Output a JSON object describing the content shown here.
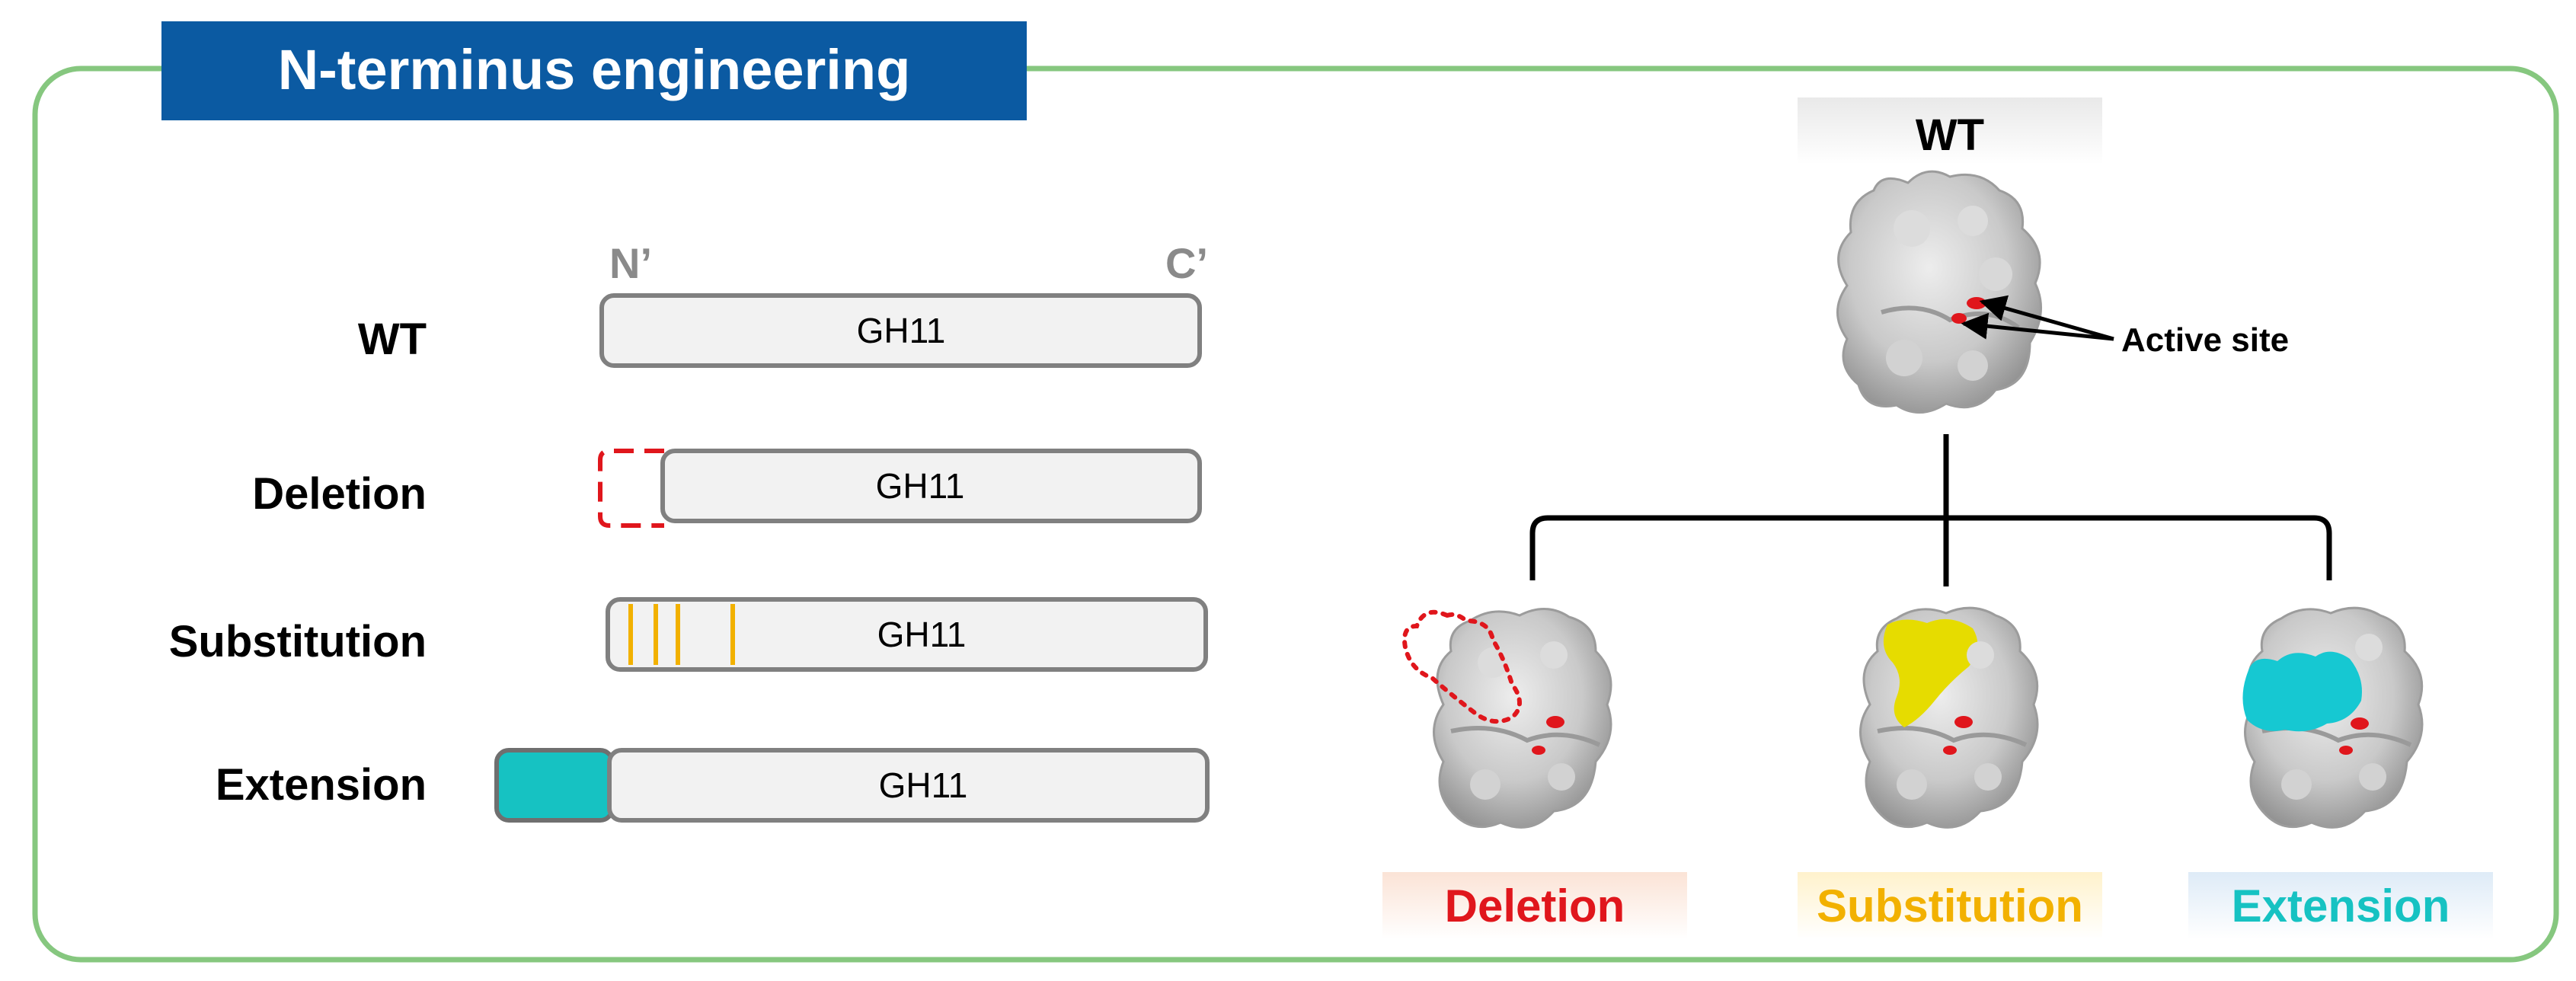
{
  "panel": {
    "title": "N-terminus engineering",
    "frame_color": "#86c77f",
    "title_bg": "#0b5aa2",
    "title_color": "#ffffff"
  },
  "linear_map": {
    "n_term_label": "N’",
    "c_term_label": "C’",
    "domain_label": "GH11",
    "bar_fill": "#f2f2f2",
    "bar_stroke": "#808080",
    "rows": [
      {
        "name": "WT",
        "variant": "wt"
      },
      {
        "name": "Deletion",
        "variant": "deletion"
      },
      {
        "name": "Substitution",
        "variant": "substitution"
      },
      {
        "name": "Extension",
        "variant": "extension"
      }
    ],
    "deletion_color": "#e0161c",
    "substitution_color": "#f2b100",
    "extension_color": "#16c2c2"
  },
  "structures": {
    "wt_label": "WT",
    "active_site_label": "Active site",
    "active_site_color": "#e0161c",
    "surface_color": "#c8c8c8",
    "variants": [
      {
        "label": "Deletion",
        "text_color": "#e0161c",
        "bg": "#fbe3d6",
        "highlight": "#e0161c"
      },
      {
        "label": "Substitution",
        "text_color": "#f2b100",
        "bg": "#fff2cc",
        "highlight": "#e6dc00"
      },
      {
        "label": "Extension",
        "text_color": "#16c2c2",
        "bg": "#deebf7",
        "highlight": "#16c8d2"
      }
    ]
  }
}
